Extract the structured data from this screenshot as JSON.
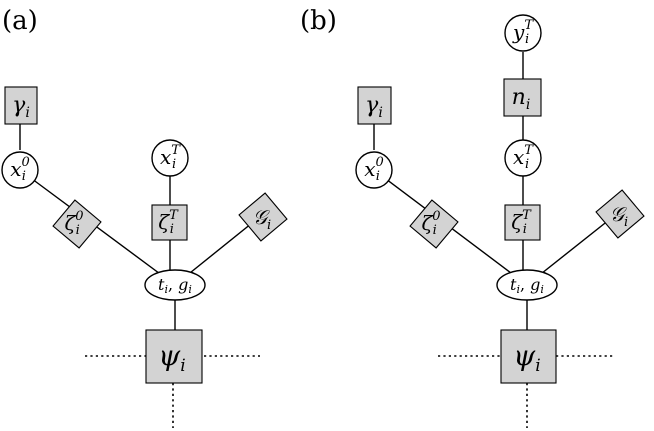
{
  "panels": [
    {
      "label": "(a)",
      "nodes": {
        "gamma": {
          "kind": "factor",
          "base": "γ",
          "sub": "i",
          "sup": ""
        },
        "x0": {
          "kind": "variable",
          "base": "x",
          "sub": "i",
          "sup": "0"
        },
        "zeta0": {
          "kind": "factor",
          "base": "ζ",
          "sub": "i",
          "sup": "0"
        },
        "xT": {
          "kind": "variable",
          "base": "x",
          "sub": "i",
          "sup": "T"
        },
        "zetaT": {
          "kind": "factor",
          "base": "ζ",
          "sub": "i",
          "sup": "T"
        },
        "G": {
          "kind": "factor",
          "base": "𝒢",
          "sub": "i",
          "sup": ""
        },
        "tg": {
          "kind": "variable",
          "t": "t",
          "ti_sub": "i",
          "comma": ", ",
          "g": "g",
          "gi_sub": "i"
        },
        "psi": {
          "kind": "factor",
          "base": "ψ",
          "sub": "i",
          "sup": ""
        }
      }
    },
    {
      "label": "(b)",
      "nodes": {
        "yT": {
          "kind": "variable",
          "base": "y",
          "sub": "i",
          "sup": "T"
        },
        "n": {
          "kind": "factor",
          "base": "n",
          "sub": "i",
          "sup": ""
        },
        "gamma": {
          "kind": "factor",
          "base": "γ",
          "sub": "i",
          "sup": ""
        },
        "x0": {
          "kind": "variable",
          "base": "x",
          "sub": "i",
          "sup": "0"
        },
        "zeta0": {
          "kind": "factor",
          "base": "ζ",
          "sub": "i",
          "sup": "0"
        },
        "xT": {
          "kind": "variable",
          "base": "x",
          "sub": "i",
          "sup": "T"
        },
        "zetaT": {
          "kind": "factor",
          "base": "ζ",
          "sub": "i",
          "sup": "T"
        },
        "G": {
          "kind": "factor",
          "base": "𝒢",
          "sub": "i",
          "sup": ""
        },
        "tg": {
          "kind": "variable",
          "t": "t",
          "ti_sub": "i",
          "comma": ", ",
          "g": "g",
          "gi_sub": "i"
        },
        "psi": {
          "kind": "factor",
          "base": "ψ",
          "sub": "i",
          "sup": ""
        }
      }
    }
  ],
  "colors": {
    "factor_fill": "#d3d3d3",
    "variable_fill": "#ffffff",
    "stroke": "#000000"
  }
}
